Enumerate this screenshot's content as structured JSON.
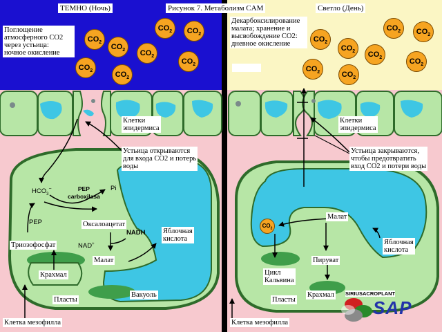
{
  "titles": {
    "dark": "ТЕМНО (Ночь)",
    "figure": "Рисунок 7. Метаболизм CAM",
    "light": "Светло (День)"
  },
  "co2": {
    "main": "CO",
    "sub": "2"
  },
  "night": {
    "absorption": [
      "Поглощение",
      "атмосферного CO2",
      "через устьица:",
      "ночное окисление"
    ],
    "epidermis": [
      "Клетки",
      "эпидермиса"
    ],
    "stomata_open": [
      "Устьица открываются",
      "для входа CO2 и потерь",
      "воды"
    ],
    "hco3": "HCO",
    "hco3_sup": "3",
    "hco3_minus": "−",
    "pep_carboxylase": [
      "PEP",
      "carboxilasa"
    ],
    "pi": "Pi",
    "pep": "PEP",
    "oxaloacetate": "Оксалоацетат",
    "nadh": "NADH",
    "nad": "NAD",
    "nad_sup": "+",
    "triose": "Триозофосфат",
    "malic_acid": [
      "Яблочная",
      "кислота"
    ],
    "malate": "Малат",
    "starch": "Крахмал",
    "plastids": "Пласты",
    "vacuole": "Вакуоль",
    "mesophyll": "Клетка мезофилла"
  },
  "day": {
    "decarboxylation": [
      "Декарбоксилирование",
      "малата; хранение и",
      "высвобождение CO2:",
      "дневное окисление"
    ],
    "epidermis": [
      "Клетки",
      "эпидермиса"
    ],
    "stomata_close": [
      "Устьица закрываются,",
      "чтобы предотвратить",
      "вход CO2 и потери воды"
    ],
    "malate": "Малат",
    "malic_acid": [
      "Яблочная",
      "кислота"
    ],
    "pyruvate": "Пируват",
    "calvin": [
      "Цикл",
      "Кальвина"
    ],
    "starch": "Крахмал",
    "plastids": "Пласты",
    "mesophyll": "Клетка мезофилла"
  },
  "logo": {
    "line1": "SIRIUSACROPLANT",
    "line2": "SAP"
  },
  "colors": {
    "night_sky": "#1a10d0",
    "day_sky": "#fbf6c4",
    "tissue": "#f7c9cf",
    "cell_fill": "#b7e6a6",
    "cell_border": "#2e6b2a",
    "vacuole": "#3ec6e4",
    "plastid": "#3f9e4a",
    "co2_fill": "#f6a421"
  }
}
